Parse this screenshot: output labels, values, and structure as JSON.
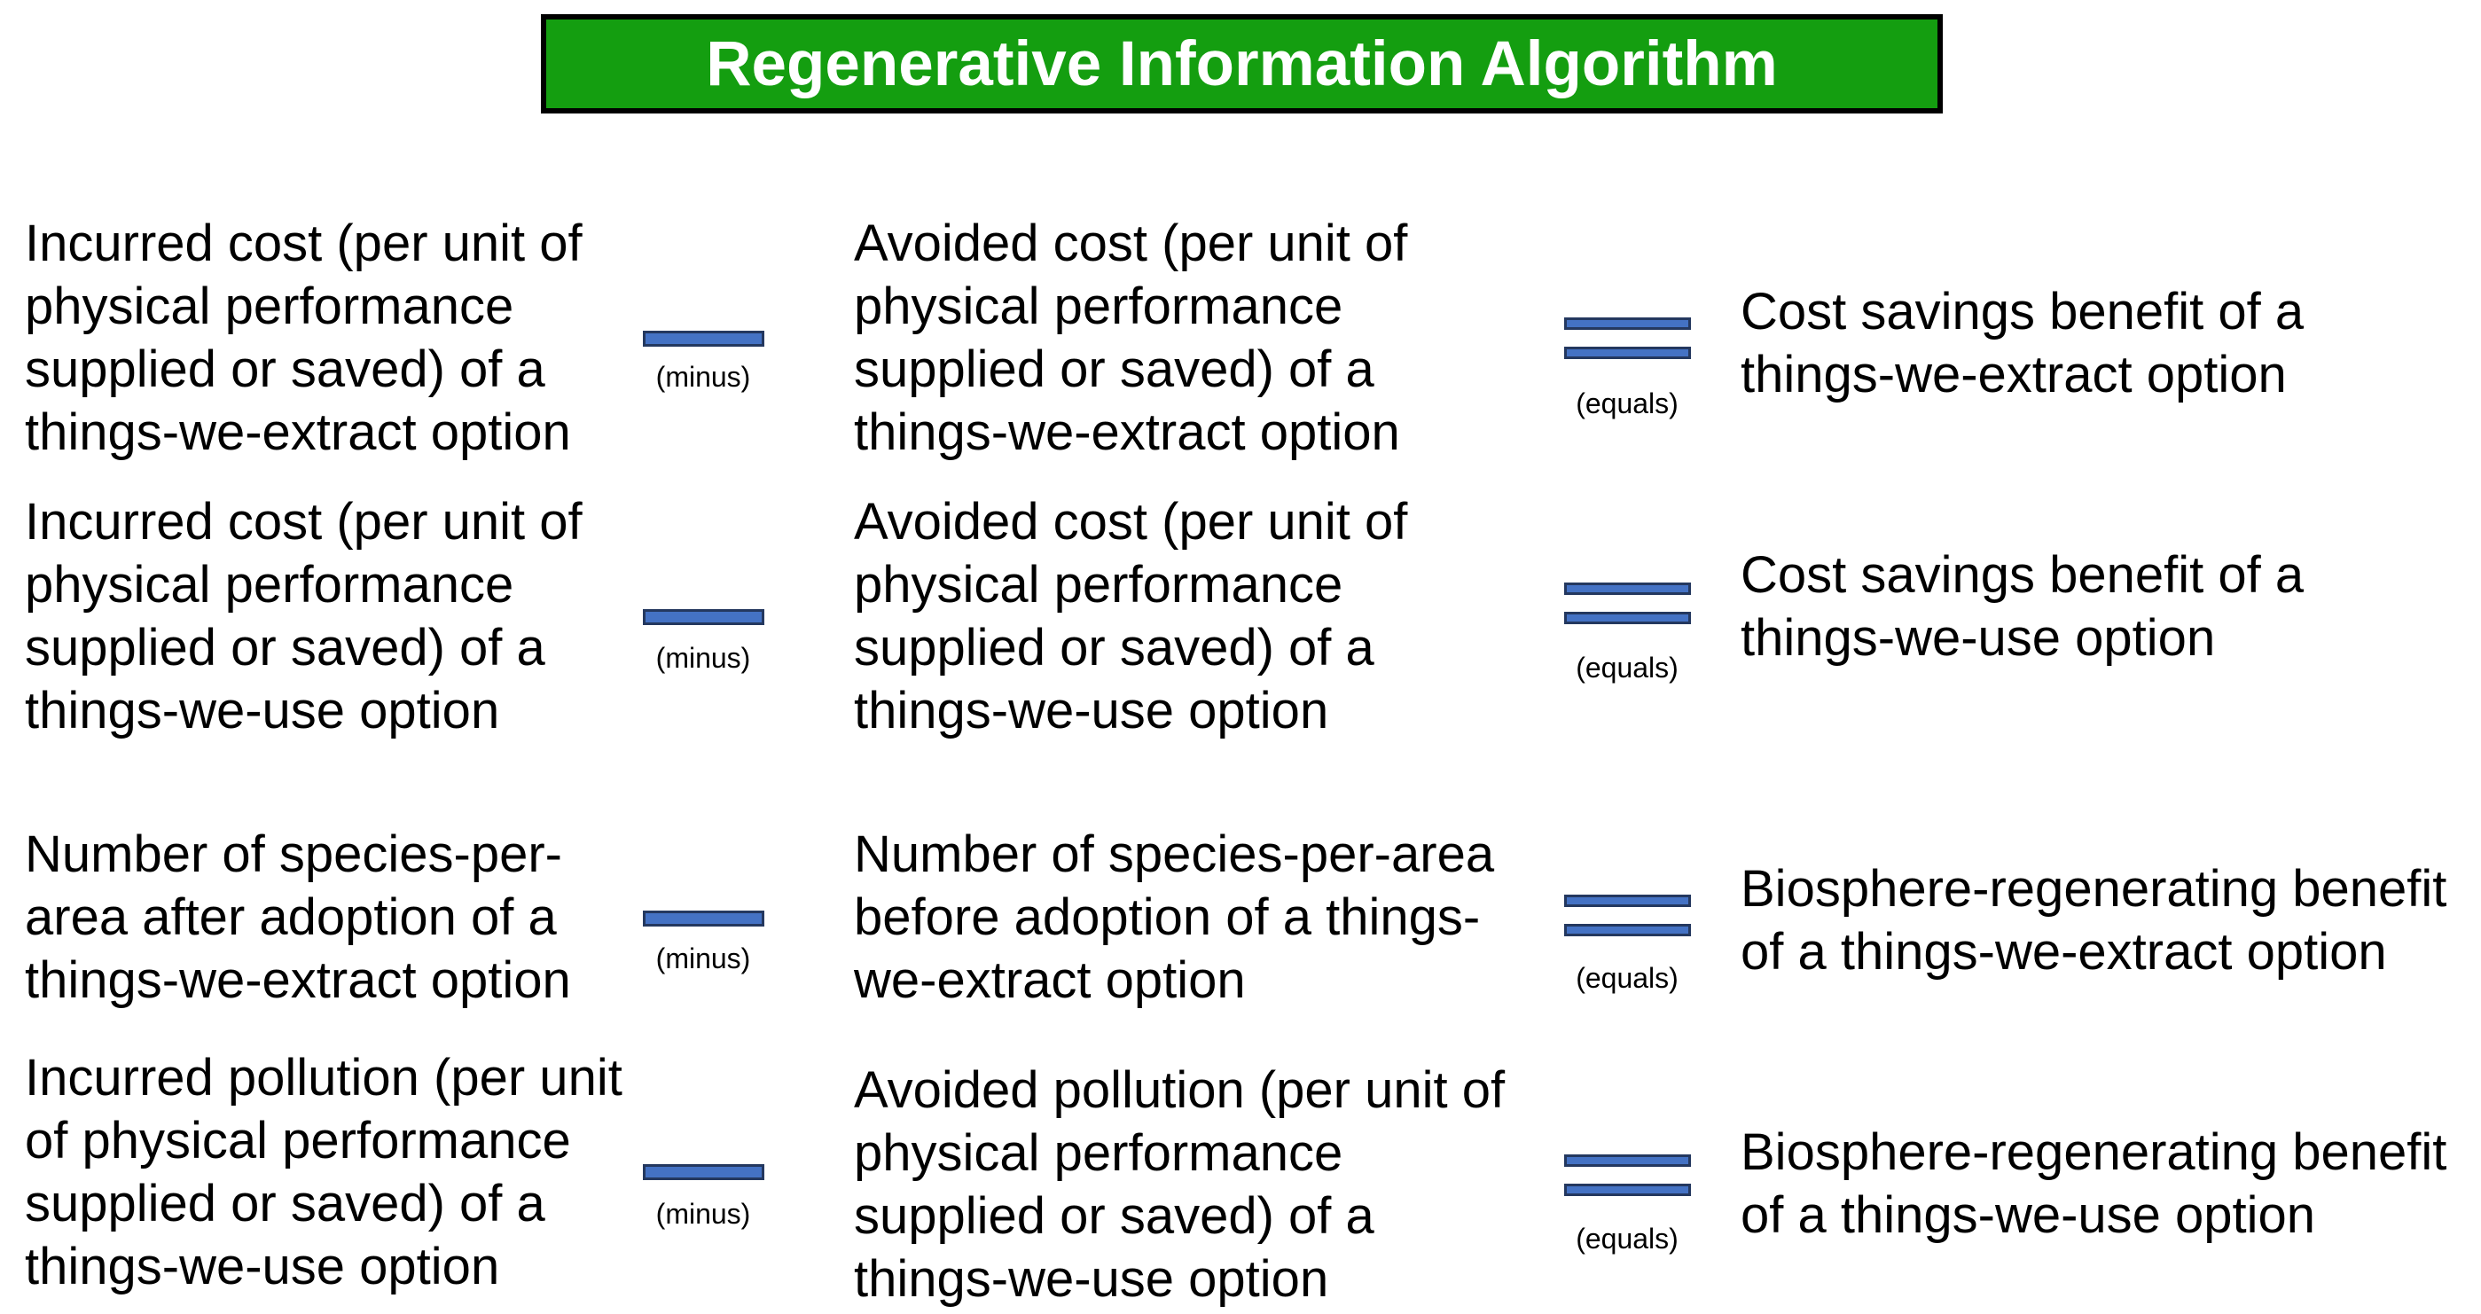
{
  "title": {
    "text": "Regenerative Information Algorithm"
  },
  "operators": {
    "minus": "(minus)",
    "equals": "(equals)"
  },
  "colors": {
    "title_bg": "#149E10",
    "title_border": "#000000",
    "title_text": "#FFFFFF",
    "bar_fill": "#4472C4",
    "bar_border": "#24385F",
    "body_text": "#000000",
    "background": "#FFFFFF"
  },
  "rows": [
    {
      "left": "Incurred cost (per unit of\nphysical performance\nsupplied or saved) of a\nthings-we-extract option",
      "middle": "Avoided cost (per unit of\nphysical performance\nsupplied or saved) of a\nthings-we-extract option",
      "right": "Cost savings benefit of a\nthings-we-extract option"
    },
    {
      "left": "Incurred cost (per unit of\nphysical performance\nsupplied or saved) of a\nthings-we-use option",
      "middle": "Avoided cost (per unit of\nphysical performance\nsupplied or saved) of a\nthings-we-use option",
      "right": "Cost savings benefit of a\nthings-we-use option"
    },
    {
      "left": "Number of species-per-\narea after adoption of a\nthings-we-extract option",
      "middle": "Number of species-per-area\nbefore adoption of a things-\nwe-extract option",
      "right": "Biosphere-regenerating benefit\nof a things-we-extract option"
    },
    {
      "left": "Incurred pollution (per unit\nof physical performance\nsupplied or saved) of a\nthings-we-use option",
      "middle": "Avoided pollution (per unit of\nphysical performance\nsupplied or saved) of a\nthings-we-use option",
      "right": "Biosphere-regenerating benefit\nof a things-we-use option"
    }
  ]
}
